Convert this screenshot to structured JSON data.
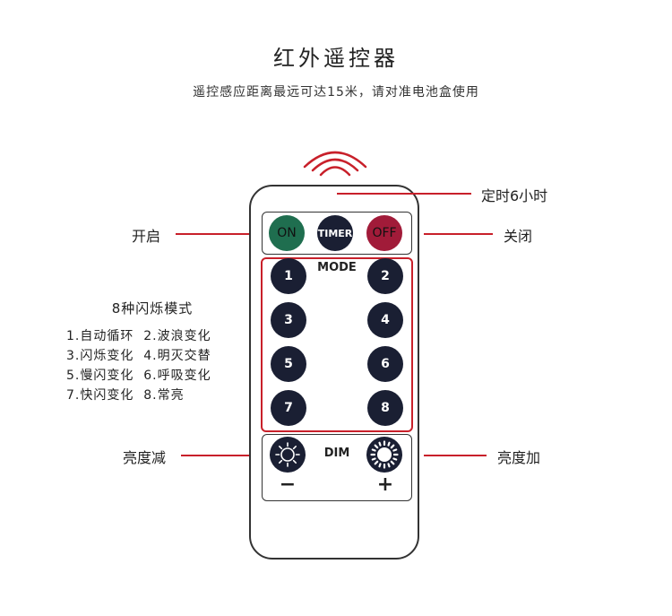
{
  "header": {
    "title": "红外遥控器",
    "subtitle": "遥控感应距离最远可达15米，请对准电池盒使用"
  },
  "callouts": {
    "timer": "定时6小时",
    "on": "开启",
    "off": "关闭",
    "dim_down": "亮度减",
    "dim_up": "亮度加"
  },
  "remote": {
    "top_buttons": {
      "on": "ON",
      "timer": "TIMER",
      "off": "OFF"
    },
    "mode_label": "MODE",
    "mode_buttons": [
      "1",
      "2",
      "3",
      "4",
      "5",
      "6",
      "7",
      "8"
    ],
    "dim_label": "DIM",
    "minus_sign": "−",
    "plus_sign": "+"
  },
  "modes": {
    "title": "8种闪烁模式",
    "lines": [
      "1.自动循环  2.波浪变化",
      "3.闪烁变化  4.明灭交替",
      "5.慢闪变化  6.呼吸变化",
      "7.快闪变化  8.常亮"
    ]
  },
  "colors": {
    "accent_red": "#c8202a",
    "on_green": "#1f6e4f",
    "off_red": "#a11b39",
    "button_navy": "#1a1f33"
  },
  "icons": [
    "ir-signal-icon",
    "sun-dim-icon",
    "sun-bright-icon"
  ]
}
